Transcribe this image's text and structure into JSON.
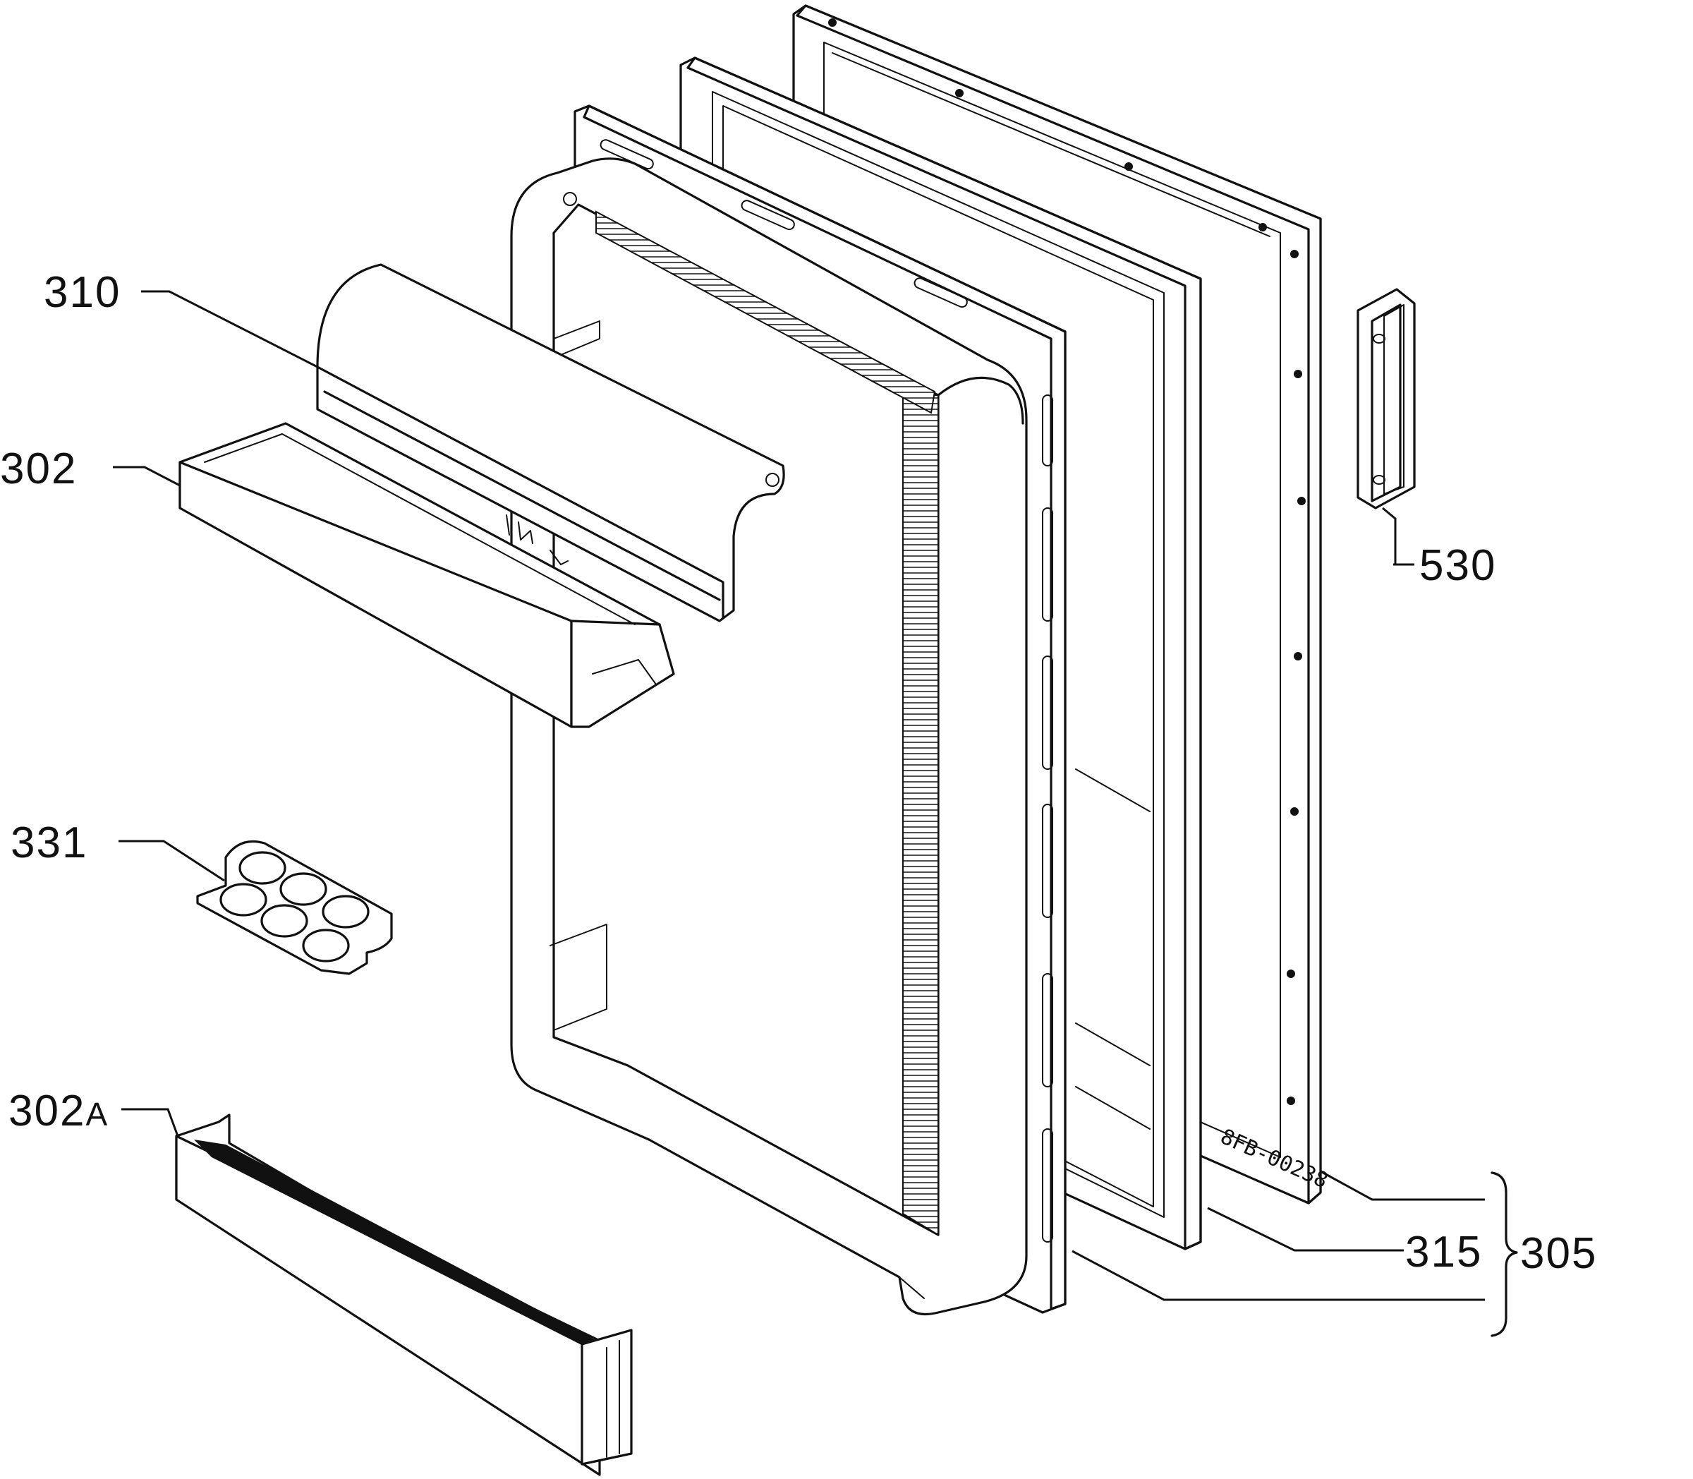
{
  "diagram": {
    "part_labels": {
      "p310": "310",
      "p302": "302",
      "p331": "331",
      "p302a_num": "302",
      "p302a_suffix": "A",
      "p530": "530",
      "p315": "315",
      "p305": "305"
    },
    "drawing_code": "8FB-00238"
  }
}
